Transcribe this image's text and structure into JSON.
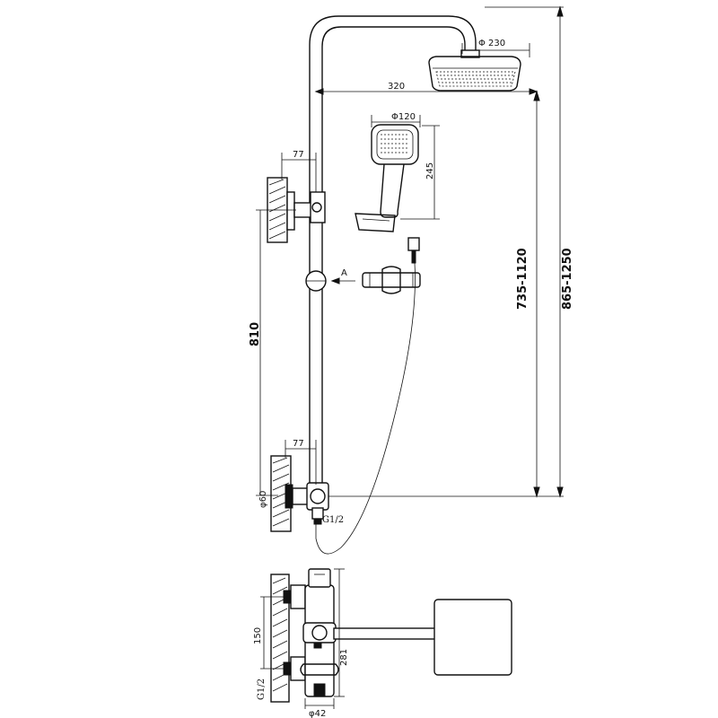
{
  "dimensions": {
    "head_diameter": "Φ 230",
    "arm_length": "320",
    "hand_diameter": "Φ120",
    "hand_length": "245",
    "wall_offset_top": "77",
    "wall_offset_bottom": "77",
    "bracket_spacing": "810",
    "adjust_range": "735-1120",
    "total_height": "865-1250",
    "view_marker": "A",
    "mixer_diameter": "φ60",
    "inlet_thread": "G1/2",
    "inlet_spacing": "150",
    "body_length": "281",
    "body_diameter": "φ42",
    "inlet_thread_bottom": "G1/2"
  },
  "colors": {
    "line": "#111111",
    "background": "#ffffff"
  }
}
